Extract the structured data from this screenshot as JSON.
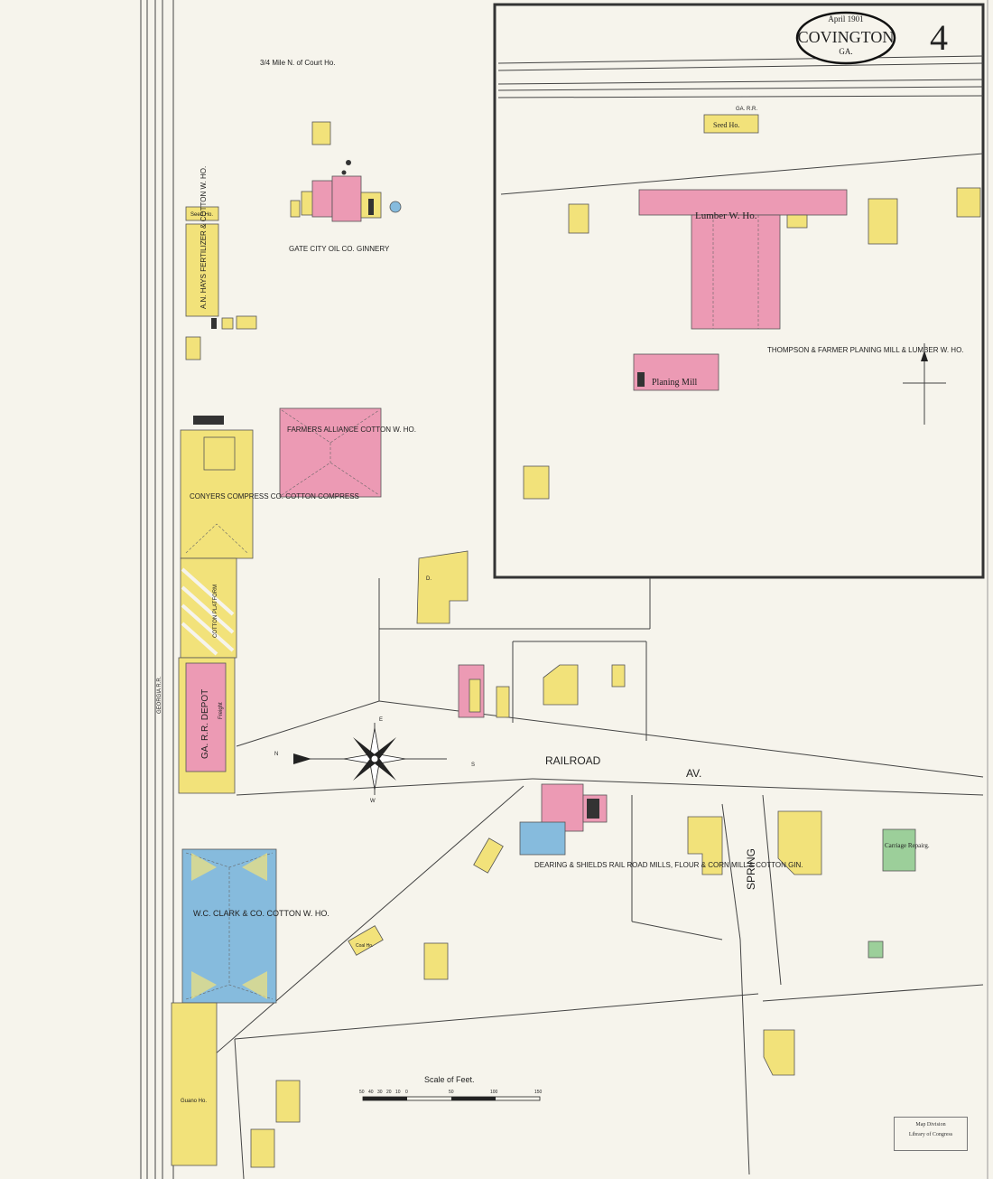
{
  "header": {
    "date": "April 1901",
    "city": "COVINGTON",
    "state": "GA.",
    "sheet_number": "4"
  },
  "labels": {
    "distance_note": "3/4 Mile N. of Court Ho.",
    "gate_city": "GATE CITY OIL CO. GINNERY",
    "hays": "A.N. HAYS FERTILIZER & COTTON W. HO.",
    "seed_house": "Seed Ho.",
    "farmers": "FARMERS ALLIANCE COTTON W. HO.",
    "conyers": "CONYERS COMPRESS CO. COTTON COMPRESS",
    "platform": "COTTON PLATFORM",
    "depot": "GA. R.R. DEPOT",
    "freight": "Freight",
    "clark": "W.C. CLARK & CO. COTTON W. HO.",
    "guano": "Guano Ho.",
    "coal": "Coal Ho.",
    "dearing": "DEARING & SHIELDS RAIL ROAD MILLS, FLOUR & CORN MILL & COTTON GIN.",
    "lumber": "Lumber W. Ho.",
    "planing": "Planing Mill",
    "thompson": "THOMPSON & FARMER PLANING MILL & LUMBER W. HO.",
    "seed_top": "Seed Ho.",
    "carriage": "Carriage Repairg.",
    "street_railroad": "RAILROAD",
    "street_av": "AV.",
    "street_spring": "SPRING",
    "ga_rr": "GA. R.R.",
    "georgia_rr": "GEORGIA R.R.",
    "scale_title": "Scale of Feet.",
    "scale_ticks": [
      "50",
      "40",
      "30",
      "20",
      "10",
      "0",
      "50",
      "100",
      "150"
    ],
    "compass_n": "N",
    "compass_s": "S",
    "compass_e": "E",
    "compass_w": "W",
    "d": "D."
  },
  "stamp": {
    "line1": "Map Division",
    "line2": "Library of Congress"
  }
}
